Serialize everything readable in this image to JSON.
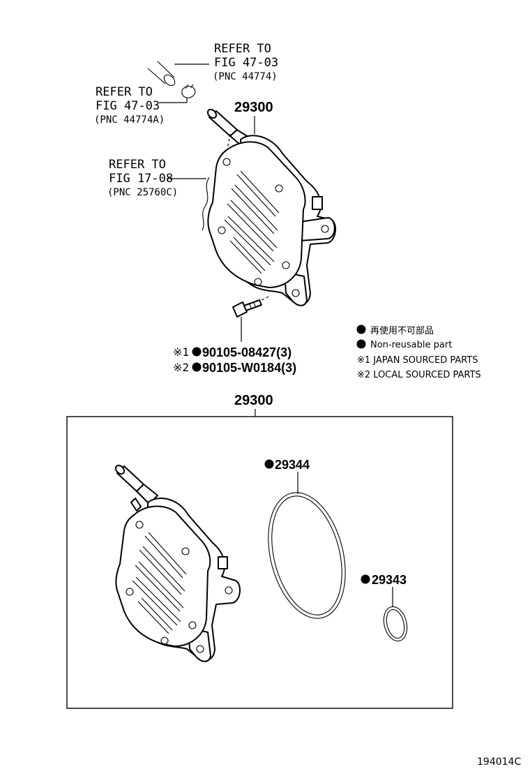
{
  "callouts": {
    "hose_ref": {
      "line1": "REFER TO",
      "line2": "FIG 47-03",
      "line3": "(PNC 44774)"
    },
    "clip_ref": {
      "line1": "REFER TO",
      "line2": "FIG 47-03",
      "line3": "(PNC 44774A)"
    },
    "gasket_ref": {
      "line1": "REFER TO",
      "line2": "FIG 17-08",
      "line3": "(PNC 25760C)"
    }
  },
  "parts": {
    "pump_top_number": "29300",
    "bolt_line1": {
      "mark": "※1",
      "number": "90105-08427(3)"
    },
    "bolt_line2": {
      "mark": "※2",
      "number": "90105-W0184(3)"
    },
    "kit_number": "29300",
    "oring_large": "29344",
    "oring_small": "29343"
  },
  "legend": {
    "jp_nonreusable": "再使用不可部品",
    "non_reusable": "Non-reusable part",
    "japan": "※1  JAPAN SOURCED PARTS",
    "local": "※2  LOCAL SOURCED PARTS"
  },
  "figure_code": "194014C"
}
